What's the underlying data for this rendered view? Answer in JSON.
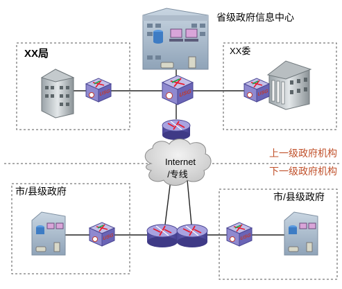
{
  "labels": {
    "center": "省级政府信息中心",
    "xx_bureau": "XX局",
    "xx_committee": "XX委",
    "upper_level": "上一级政府机构",
    "lower_level": "下一级政府机构",
    "cloud_line1": "Internet",
    "cloud_line2": "/专线",
    "city_left": "市/县级政府",
    "city_right": "市/县级政府"
  },
  "device_labels": {
    "firewall": "USG"
  },
  "colors": {
    "level_text": "#c0502a",
    "dashed_border": "#555555",
    "firewall_top": "#b7b3e2",
    "firewall_side": "#6f6ab8",
    "router_top": "#9c95d6",
    "router_body": "#5b56b0",
    "cloud": "#d9d9d9"
  }
}
